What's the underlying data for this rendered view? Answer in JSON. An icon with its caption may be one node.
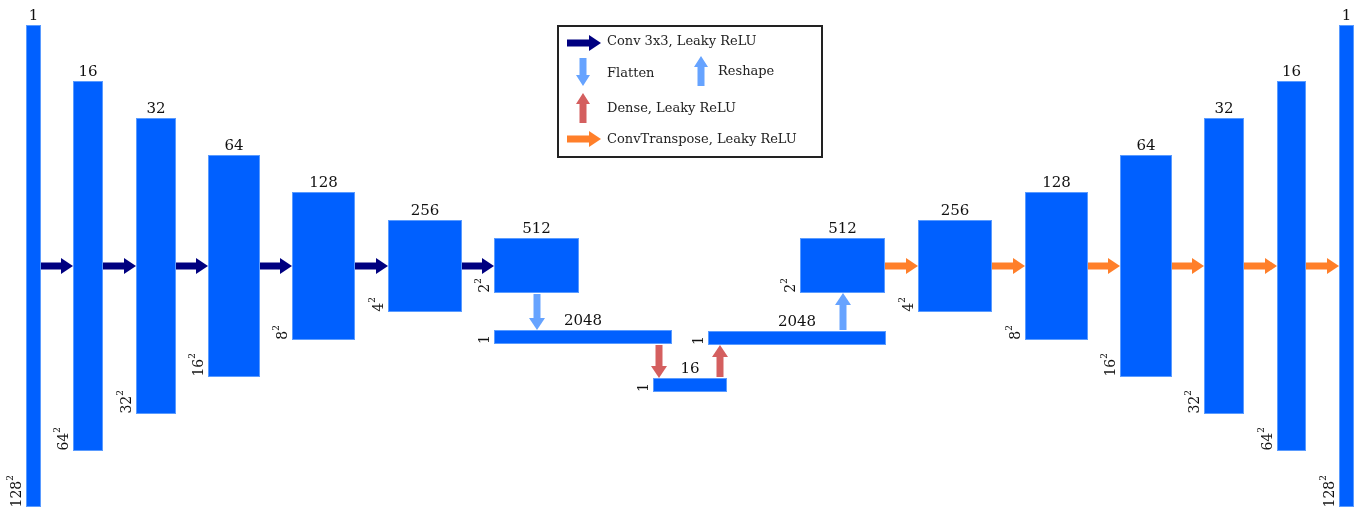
{
  "diagram": {
    "nodes": [
      {
        "text": [
          "1",
          "128$^{2}$"
        ]
      },
      {
        "text": [
          "16",
          "64$^{2}$"
        ]
      },
      {
        "text": [
          "32",
          "32$^{2}$"
        ]
      },
      {
        "text": [
          "64",
          "16$^{2}$"
        ]
      },
      {
        "text": [
          "128",
          "8$^{2}$"
        ]
      },
      {
        "text": [
          "256",
          "4$^{2}$"
        ]
      },
      {
        "text": [
          "512",
          "2$^{2}$"
        ]
      },
      {
        "text": [
          "2048",
          "1"
        ]
      },
      {
        "text": [
          "16",
          "1"
        ]
      },
      {
        "text": [
          "2048",
          "1"
        ]
      },
      {
        "text": [
          "512",
          "2$^{2}$"
        ]
      },
      {
        "text": [
          "256",
          "4$^{2}$"
        ]
      },
      {
        "text": [
          "128",
          "8$^{2}$"
        ]
      },
      {
        "text": [
          "64",
          "16$^{2}$"
        ]
      },
      {
        "text": [
          "32",
          "32$^{2}$"
        ]
      },
      {
        "text": [
          "16",
          "64$^{2}$"
        ]
      },
      {
        "text": [
          "1",
          "128$^{2}$"
        ]
      }
    ],
    "edges": [
      {
        "from": 0,
        "to": 1,
        "arrow": "to",
        "color": "#000080"
      },
      {
        "from": 1,
        "to": 2,
        "arrow": "to",
        "color": "#000080"
      },
      {
        "from": 2,
        "to": 3,
        "arrow": "to",
        "color": "#000080"
      },
      {
        "from": 3,
        "to": 4,
        "arrow": "to",
        "color": "#000080"
      },
      {
        "from": 4,
        "to": 5,
        "arrow": "to",
        "color": "#000080"
      },
      {
        "from": 5,
        "to": 6,
        "arrow": "to",
        "color": "#000080"
      },
      {
        "from": 6,
        "to": 7,
        "arrow": "to",
        "color": "#66a3ff"
      },
      {
        "from": 7,
        "to": 8,
        "arrow": "to",
        "color": "#d45f5f"
      },
      {
        "from": 8,
        "to": 9,
        "arrow": "to",
        "color": "#d45f5f"
      },
      {
        "from": 9,
        "to": 10,
        "arrow": "to",
        "color": "#66a3ff"
      },
      {
        "from": 10,
        "to": 11,
        "arrow": "to",
        "color": "#ff7f2a"
      },
      {
        "from": 11,
        "to": 12,
        "arrow": "to",
        "color": "#ff7f2a"
      },
      {
        "from": 12,
        "to": 13,
        "arrow": "to",
        "color": "#ff7f2a"
      },
      {
        "from": 13,
        "to": 14,
        "arrow": "to",
        "color": "#ff7f2a"
      },
      {
        "from": 14,
        "to": 15,
        "arrow": "to",
        "color": "#ff7f2a"
      },
      {
        "from": 15,
        "to": 16,
        "arrow": "to",
        "color": "#ff7f2a"
      }
    ],
    "legend": [
      {
        "text": "Conv 3x3, Leaky ReLU"
      },
      {
        "text": "Flatten"
      },
      {
        "text": "Reshape"
      },
      {
        "text": "Dense, Leaky ReLU"
      },
      {
        "text": "ConvTranspose, Leaky ReLU"
      }
    ]
  }
}
